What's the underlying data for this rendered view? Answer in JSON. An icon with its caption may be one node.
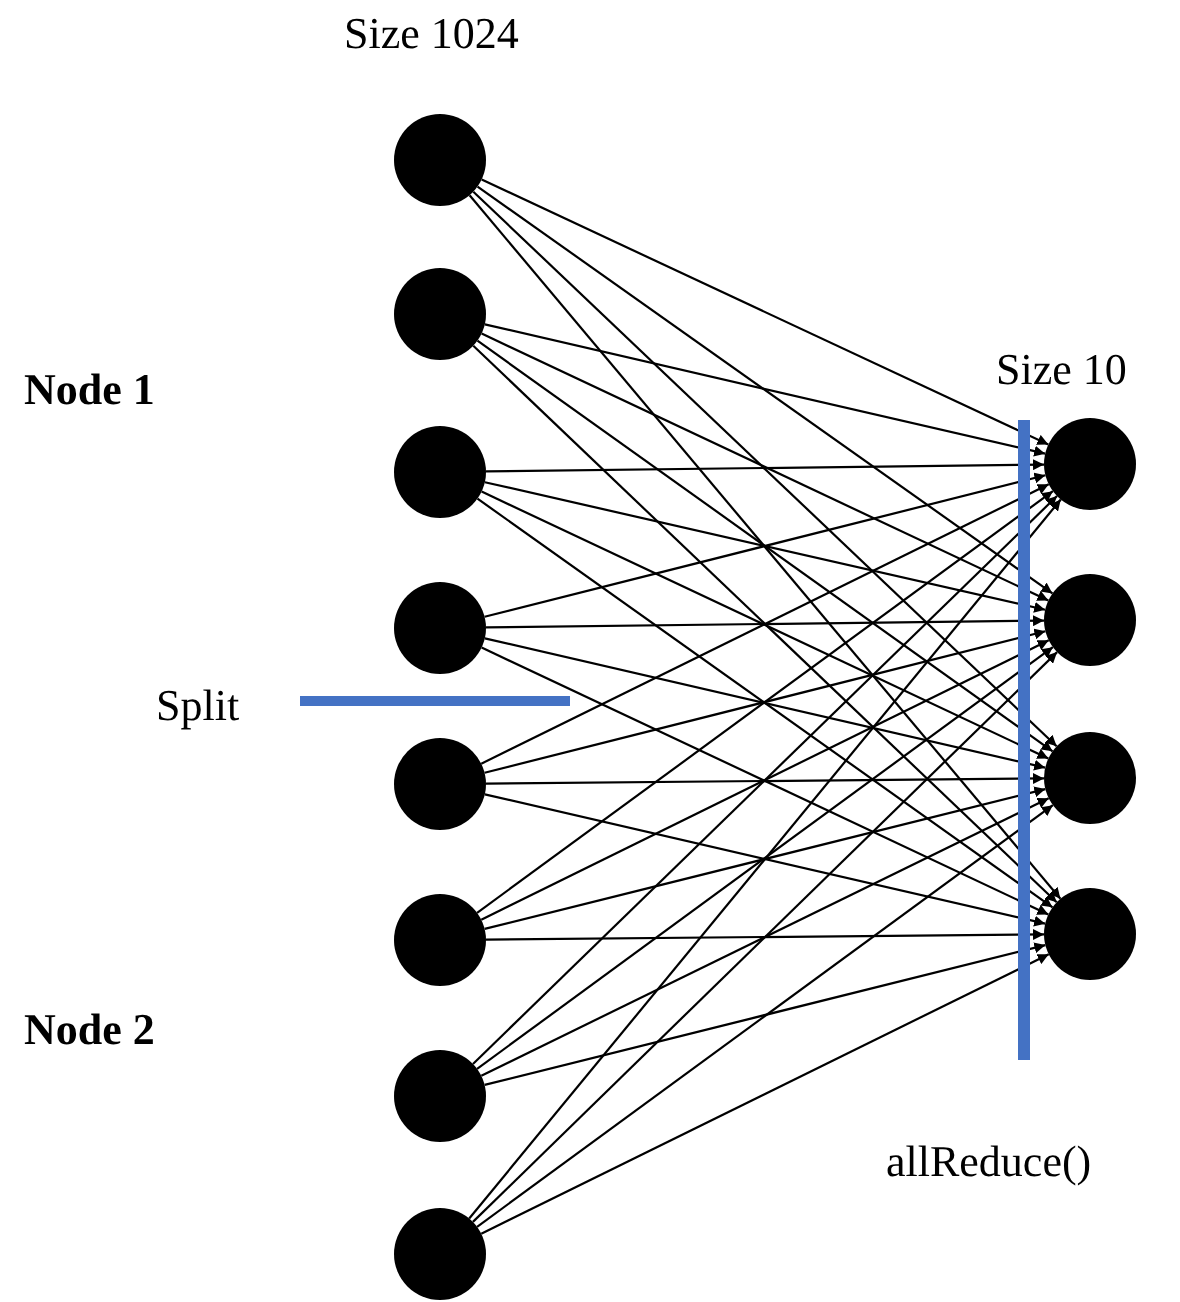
{
  "diagram": {
    "nodes": [
      {
        "text": [],
        "shape": "circle"
      },
      {
        "text": [],
        "shape": "circle"
      },
      {
        "text": [],
        "shape": "circle"
      },
      {
        "text": [],
        "shape": "circle"
      },
      {
        "text": [],
        "shape": "circle"
      },
      {
        "text": [],
        "shape": "circle"
      },
      {
        "text": [],
        "shape": "circle"
      },
      {
        "text": [],
        "shape": "circle"
      },
      {
        "text": [],
        "shape": "circle"
      },
      {
        "text": [],
        "shape": "circle"
      },
      {
        "text": [],
        "shape": "circle"
      },
      {
        "text": [],
        "shape": "circle"
      }
    ],
    "edges": [
      {
        "from": 0,
        "to": 8,
        "arrow": "to"
      },
      {
        "from": 0,
        "to": 9,
        "arrow": "to"
      },
      {
        "from": 0,
        "to": 10,
        "arrow": "to"
      },
      {
        "from": 0,
        "to": 11,
        "arrow": "to"
      },
      {
        "from": 1,
        "to": 8,
        "arrow": "to"
      },
      {
        "from": 1,
        "to": 9,
        "arrow": "to"
      },
      {
        "from": 1,
        "to": 10,
        "arrow": "to"
      },
      {
        "from": 1,
        "to": 11,
        "arrow": "to"
      },
      {
        "from": 2,
        "to": 8,
        "arrow": "to"
      },
      {
        "from": 2,
        "to": 9,
        "arrow": "to"
      },
      {
        "from": 2,
        "to": 10,
        "arrow": "to"
      },
      {
        "from": 2,
        "to": 11,
        "arrow": "to"
      },
      {
        "from": 3,
        "to": 8,
        "arrow": "to"
      },
      {
        "from": 3,
        "to": 9,
        "arrow": "to"
      },
      {
        "from": 3,
        "to": 10,
        "arrow": "to"
      },
      {
        "from": 3,
        "to": 11,
        "arrow": "to"
      },
      {
        "from": 4,
        "to": 8,
        "arrow": "to"
      },
      {
        "from": 4,
        "to": 9,
        "arrow": "to"
      },
      {
        "from": 4,
        "to": 10,
        "arrow": "to"
      },
      {
        "from": 4,
        "to": 11,
        "arrow": "to"
      },
      {
        "from": 5,
        "to": 8,
        "arrow": "to"
      },
      {
        "from": 5,
        "to": 9,
        "arrow": "to"
      },
      {
        "from": 5,
        "to": 10,
        "arrow": "to"
      },
      {
        "from": 5,
        "to": 11,
        "arrow": "to"
      },
      {
        "from": 6,
        "to": 8,
        "arrow": "to"
      },
      {
        "from": 6,
        "to": 9,
        "arrow": "to"
      },
      {
        "from": 6,
        "to": 10,
        "arrow": "to"
      },
      {
        "from": 6,
        "to": 11,
        "arrow": "to"
      },
      {
        "from": 7,
        "to": 8,
        "arrow": "to"
      },
      {
        "from": 7,
        "to": 9,
        "arrow": "to"
      },
      {
        "from": 7,
        "to": 10,
        "arrow": "to"
      },
      {
        "from": 7,
        "to": 11,
        "arrow": "to"
      }
    ],
    "labels": [
      "Size 1024",
      "Size 10",
      "Node 1",
      "Split",
      "Node 2",
      "allReduce()"
    ]
  }
}
